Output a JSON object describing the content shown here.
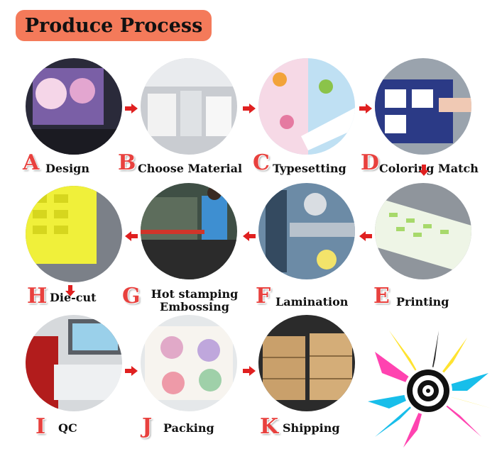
{
  "title": "Produce Process",
  "colors": {
    "accent": "#f47a5a",
    "letter": "#e8413e",
    "arrow": "#e02020"
  },
  "steps": [
    {
      "letter": "A",
      "label": "Design"
    },
    {
      "letter": "B",
      "label": "Choose Material"
    },
    {
      "letter": "C",
      "label": "Typesetting"
    },
    {
      "letter": "D",
      "label": "Coloring Match"
    },
    {
      "letter": "E",
      "label": "Printing"
    },
    {
      "letter": "F",
      "label": "Lamination"
    },
    {
      "letter": "G",
      "label": "Hot stamping",
      "label2": "Embossing"
    },
    {
      "letter": "H",
      "label": "Die-cut"
    },
    {
      "letter": "I",
      "label": "QC"
    },
    {
      "letter": "J",
      "label": "Packing"
    },
    {
      "letter": "K",
      "label": "Shipping"
    }
  ],
  "icons": {
    "arrow": "red-arrow-icon",
    "decoration": "color-splash-target-icon"
  }
}
